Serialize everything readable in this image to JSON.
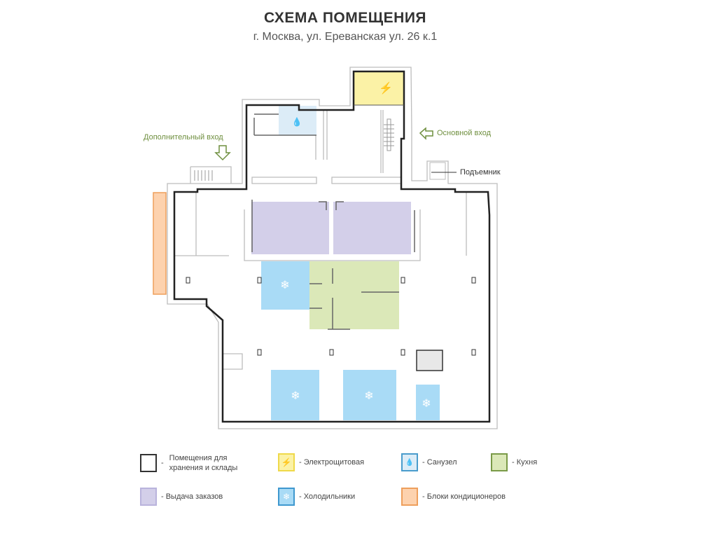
{
  "header": {
    "title": "СХЕМА ПОМЕЩЕНИЯ",
    "subtitle": "г. Москва, ул. Ереванская ул. 26 к.1"
  },
  "plan": {
    "secondary_entrance": "Дополнительный вход",
    "main_entrance": "Основной вход",
    "lift": "Подъемник",
    "colors": {
      "wall": "#222222",
      "outer_wall": "#b8b8b8",
      "accent": "#6f8f3f"
    }
  },
  "legend": [
    {
      "label": "- Помещения для хранения и склады",
      "line1": "Помещения для",
      "line2": "хранения и склады",
      "fill": "#ffffff",
      "border": "#333333",
      "icon": ""
    },
    {
      "label": "- Электрощитовая",
      "fill": "#fbf2a6",
      "border": "#efd94a",
      "icon": "lightning-icon"
    },
    {
      "label": "- Санузел",
      "fill": "#dcecf7",
      "border": "#4a9ccc",
      "icon": "water-drop-icon"
    },
    {
      "label": "- Кухня",
      "fill": "#dbe8b8",
      "border": "#7a9a48",
      "icon": ""
    },
    {
      "label": "- Выдача заказов",
      "fill": "#d3cfe9",
      "border": "#b9b3dc",
      "icon": ""
    },
    {
      "label": "- Холодильники",
      "fill": "#a9dbf6",
      "border": "#3f98cf",
      "icon": "snowflake-icon"
    },
    {
      "label": "- Блоки кондиционеров",
      "fill": "#fdd2ae",
      "border": "#ee9f5c",
      "icon": ""
    }
  ]
}
